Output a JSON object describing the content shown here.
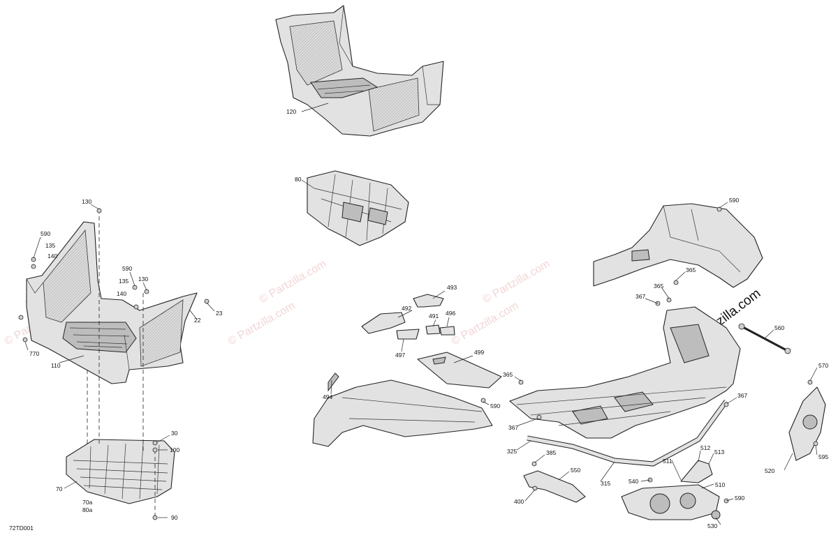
{
  "diagram_id": "72TD001",
  "watermark": {
    "text": "© Partzilla.com",
    "bold_text": "© Partzilla.com"
  },
  "callouts": [
    {
      "id": "c120",
      "text": "120"
    },
    {
      "id": "c80",
      "text": "80"
    },
    {
      "id": "c130a",
      "text": "130"
    },
    {
      "id": "c590a",
      "text": "590"
    },
    {
      "id": "c135a",
      "text": "135"
    },
    {
      "id": "c140a",
      "text": "140"
    },
    {
      "id": "c590b",
      "text": "590"
    },
    {
      "id": "c135b",
      "text": "135"
    },
    {
      "id": "c130b",
      "text": "130"
    },
    {
      "id": "c140b",
      "text": "140"
    },
    {
      "id": "c23",
      "text": "23"
    },
    {
      "id": "c22",
      "text": "22"
    },
    {
      "id": "c770",
      "text": "770"
    },
    {
      "id": "c110",
      "text": "110"
    },
    {
      "id": "c30",
      "text": "30"
    },
    {
      "id": "c100",
      "text": "100"
    },
    {
      "id": "c70",
      "text": "70"
    },
    {
      "id": "c70a",
      "text": "70a"
    },
    {
      "id": "c80a",
      "text": "80a"
    },
    {
      "id": "c90",
      "text": "90"
    },
    {
      "id": "c493",
      "text": "493"
    },
    {
      "id": "c492",
      "text": "492"
    },
    {
      "id": "c491",
      "text": "491"
    },
    {
      "id": "c496",
      "text": "496"
    },
    {
      "id": "c497",
      "text": "497"
    },
    {
      "id": "c499",
      "text": "499"
    },
    {
      "id": "c494",
      "text": "494"
    },
    {
      "id": "c590c",
      "text": "590"
    },
    {
      "id": "c590d",
      "text": "590"
    },
    {
      "id": "c365a",
      "text": "365"
    },
    {
      "id": "c365b",
      "text": "365"
    },
    {
      "id": "c367a",
      "text": "367"
    },
    {
      "id": "c560",
      "text": "560"
    },
    {
      "id": "c365c",
      "text": "365"
    },
    {
      "id": "c367b",
      "text": "367"
    },
    {
      "id": "c367c",
      "text": "367"
    },
    {
      "id": "c325",
      "text": "325"
    },
    {
      "id": "c570",
      "text": "570"
    },
    {
      "id": "c595",
      "text": "595"
    },
    {
      "id": "c520",
      "text": "520"
    },
    {
      "id": "c385",
      "text": "385"
    },
    {
      "id": "c550",
      "text": "550"
    },
    {
      "id": "c400",
      "text": "400"
    },
    {
      "id": "c315",
      "text": "315"
    },
    {
      "id": "c512",
      "text": "512"
    },
    {
      "id": "c513",
      "text": "513"
    },
    {
      "id": "c511",
      "text": "511"
    },
    {
      "id": "c540",
      "text": "540"
    },
    {
      "id": "c510",
      "text": "510"
    },
    {
      "id": "c590e",
      "text": "590"
    },
    {
      "id": "c530",
      "text": "530"
    }
  ]
}
